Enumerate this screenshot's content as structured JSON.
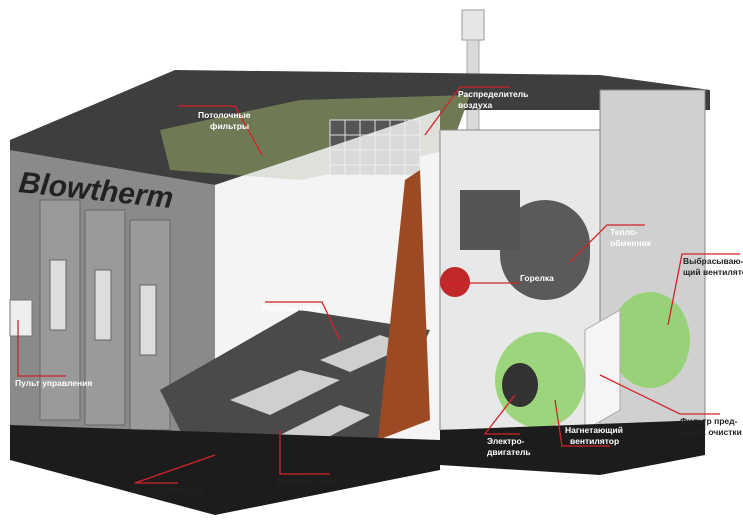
{
  "logo": "Blowtherm",
  "labels": {
    "ceiling_filters": [
      "Потолочные",
      "фильтры"
    ],
    "air_distributor": [
      "Распределитель",
      "воздуха"
    ],
    "heat_exchanger": [
      "Тепло-",
      "обменник"
    ],
    "burner": [
      "Горелка"
    ],
    "exhaust_fan": [
      "Выбрасываю-",
      "щий вентилятор"
    ],
    "floor_grates": [
      "Решетки пола"
    ],
    "control_panel": [
      "Пульт управления"
    ],
    "prefilter": [
      "Фильтр пред-",
      "варит. очистки"
    ],
    "supply_fan": [
      "Нагнетающий",
      "вентилятор"
    ],
    "motor": [
      "Электро-",
      "двигатель"
    ],
    "filter_tray": [
      "Поддон фильтра"
    ],
    "floor_filters": [
      "Фильтры пола"
    ]
  },
  "colors": {
    "leader": "#d2232a",
    "fan": "#8fd16a",
    "booth": "#8a8a8a",
    "base": "#1c1c1c"
  }
}
